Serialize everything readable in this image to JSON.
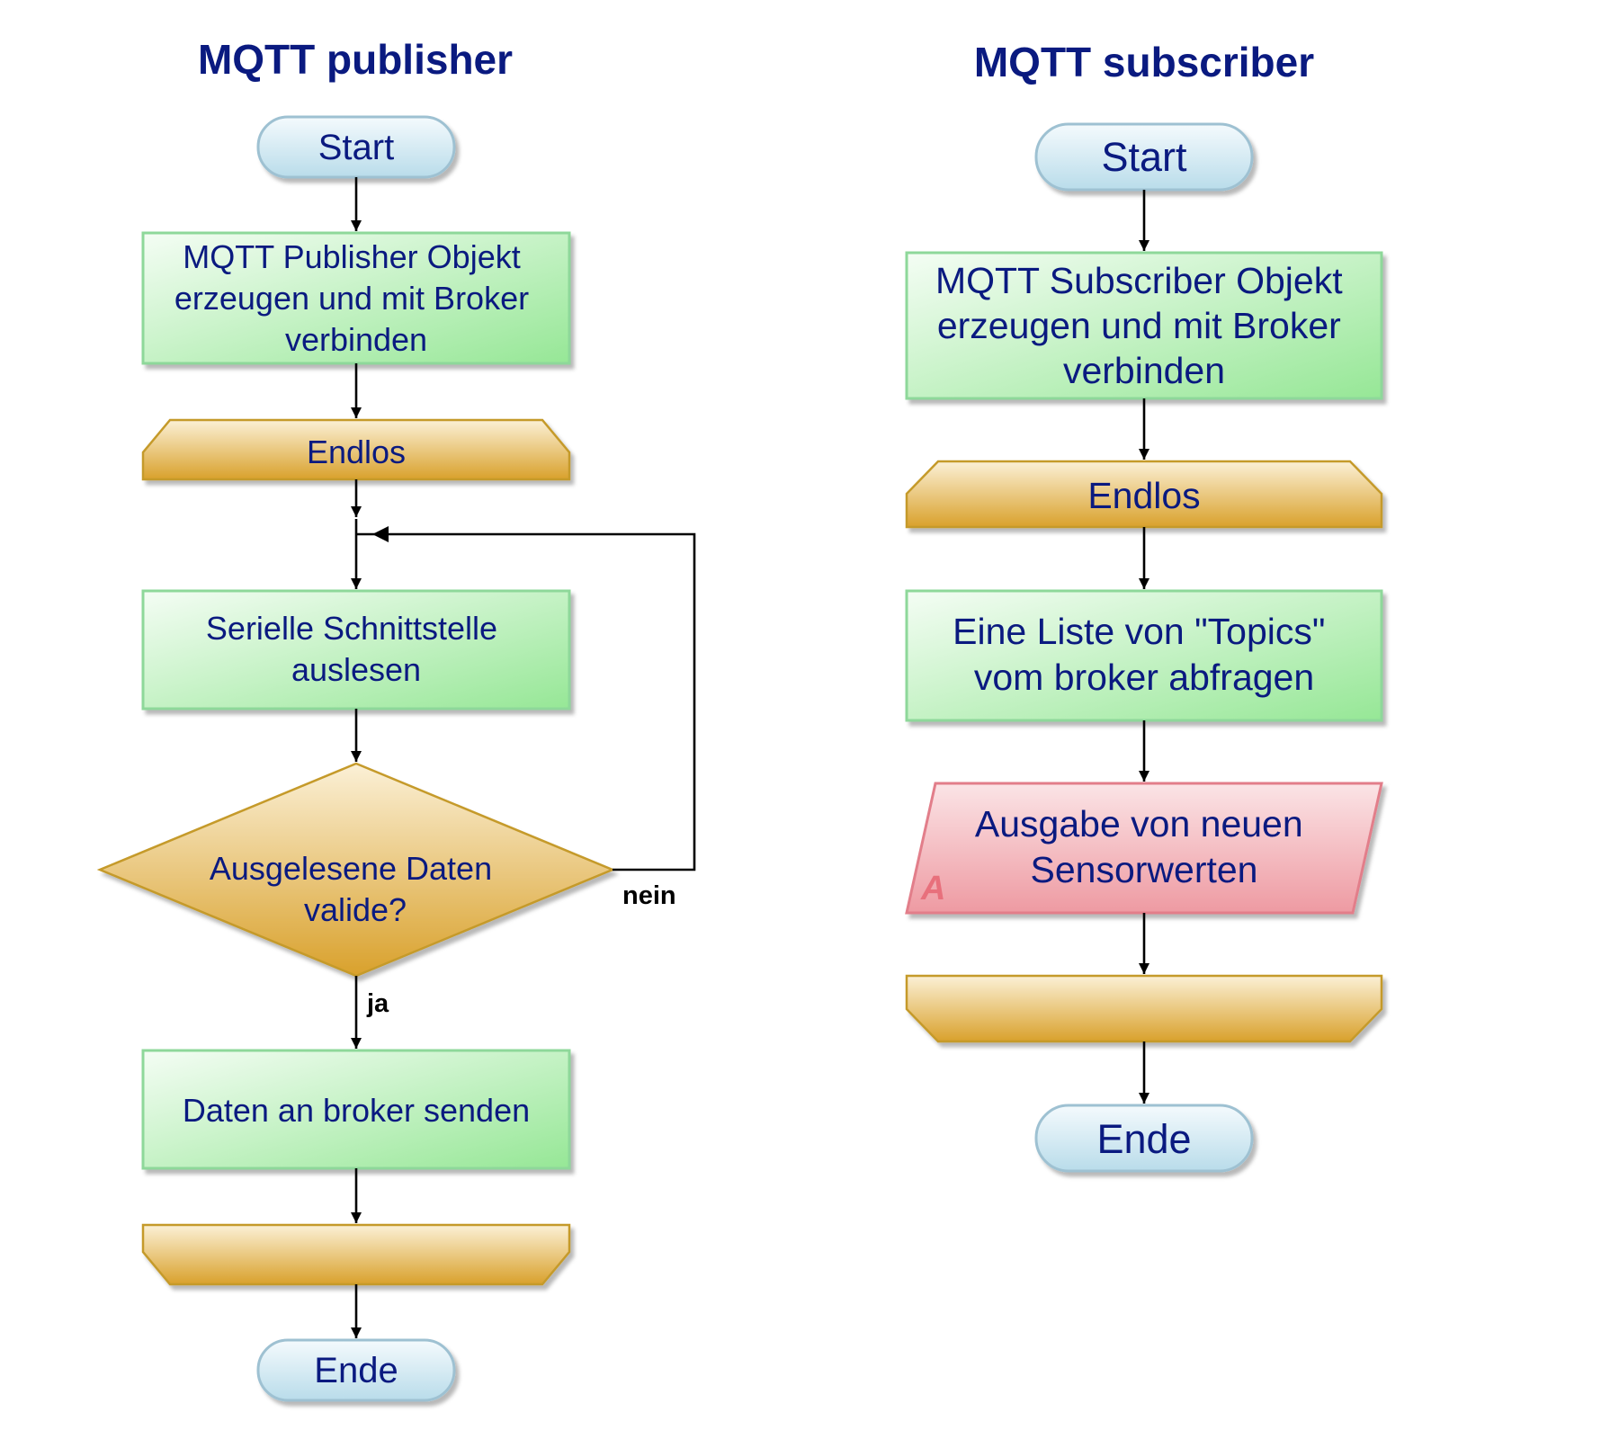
{
  "publisher": {
    "title": "MQTT publisher",
    "start": "Start",
    "create": [
      "MQTT Publisher Objekt",
      "erzeugen und mit Broker",
      "verbinden"
    ],
    "loop_start": "Endlos",
    "read": [
      "Serielle Schnittstelle",
      "auslesen"
    ],
    "decision": [
      "Ausgelesene Daten",
      "valide?"
    ],
    "label_no": "nein",
    "label_yes": "ja",
    "send": "Daten an broker senden",
    "end": "Ende"
  },
  "subscriber": {
    "title": "MQTT subscriber",
    "start": "Start",
    "create": [
      "MQTT Subscriber Objekt",
      "erzeugen und mit Broker",
      "verbinden"
    ],
    "loop_start": "Endlos",
    "query": [
      "Eine Liste von \"Topics\"",
      "vom broker abfragen"
    ],
    "output": [
      "Ausgabe von neuen",
      "Sensorwerten"
    ],
    "output_marker": "A",
    "end": "Ende"
  }
}
